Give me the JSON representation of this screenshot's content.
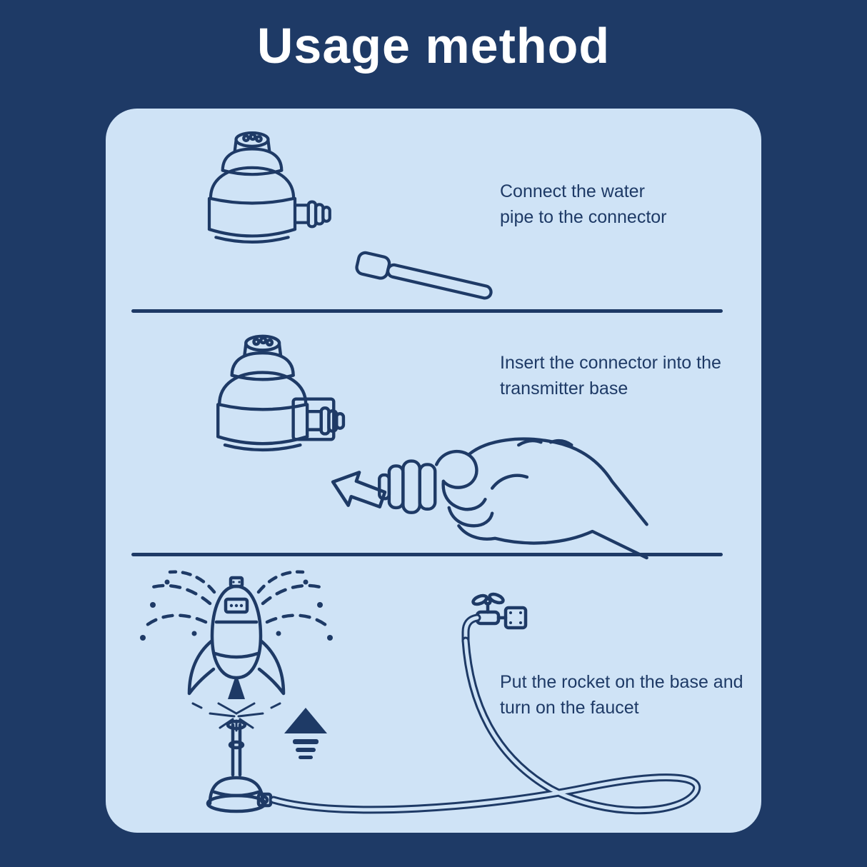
{
  "page": {
    "title": "Usage method",
    "background_color": "#1e3a66",
    "panel_color": "#cfe3f6",
    "line_color": "#1e3a66",
    "title_color": "#ffffff"
  },
  "steps": [
    {
      "name": "connect-pipe",
      "caption_lines": [
        "Connect the water",
        "pipe to the connector"
      ],
      "icons": [
        "transmitter-base-icon",
        "water-pipe-icon"
      ]
    },
    {
      "name": "insert-connector",
      "caption_lines": [
        "Insert the connector into the",
        "transmitter base"
      ],
      "icons": [
        "transmitter-base-icon",
        "arrow-left-icon",
        "hand-with-connector-icon"
      ]
    },
    {
      "name": "launch-rocket",
      "caption_lines": [
        "Put the rocket on the base and",
        "turn on the faucet"
      ],
      "icons": [
        "rocket-sprinkler-icon",
        "water-spray-icon",
        "splash-icon",
        "sprinkler-base-icon",
        "launch-arrow-icon",
        "faucet-icon",
        "hose-icon"
      ]
    }
  ]
}
